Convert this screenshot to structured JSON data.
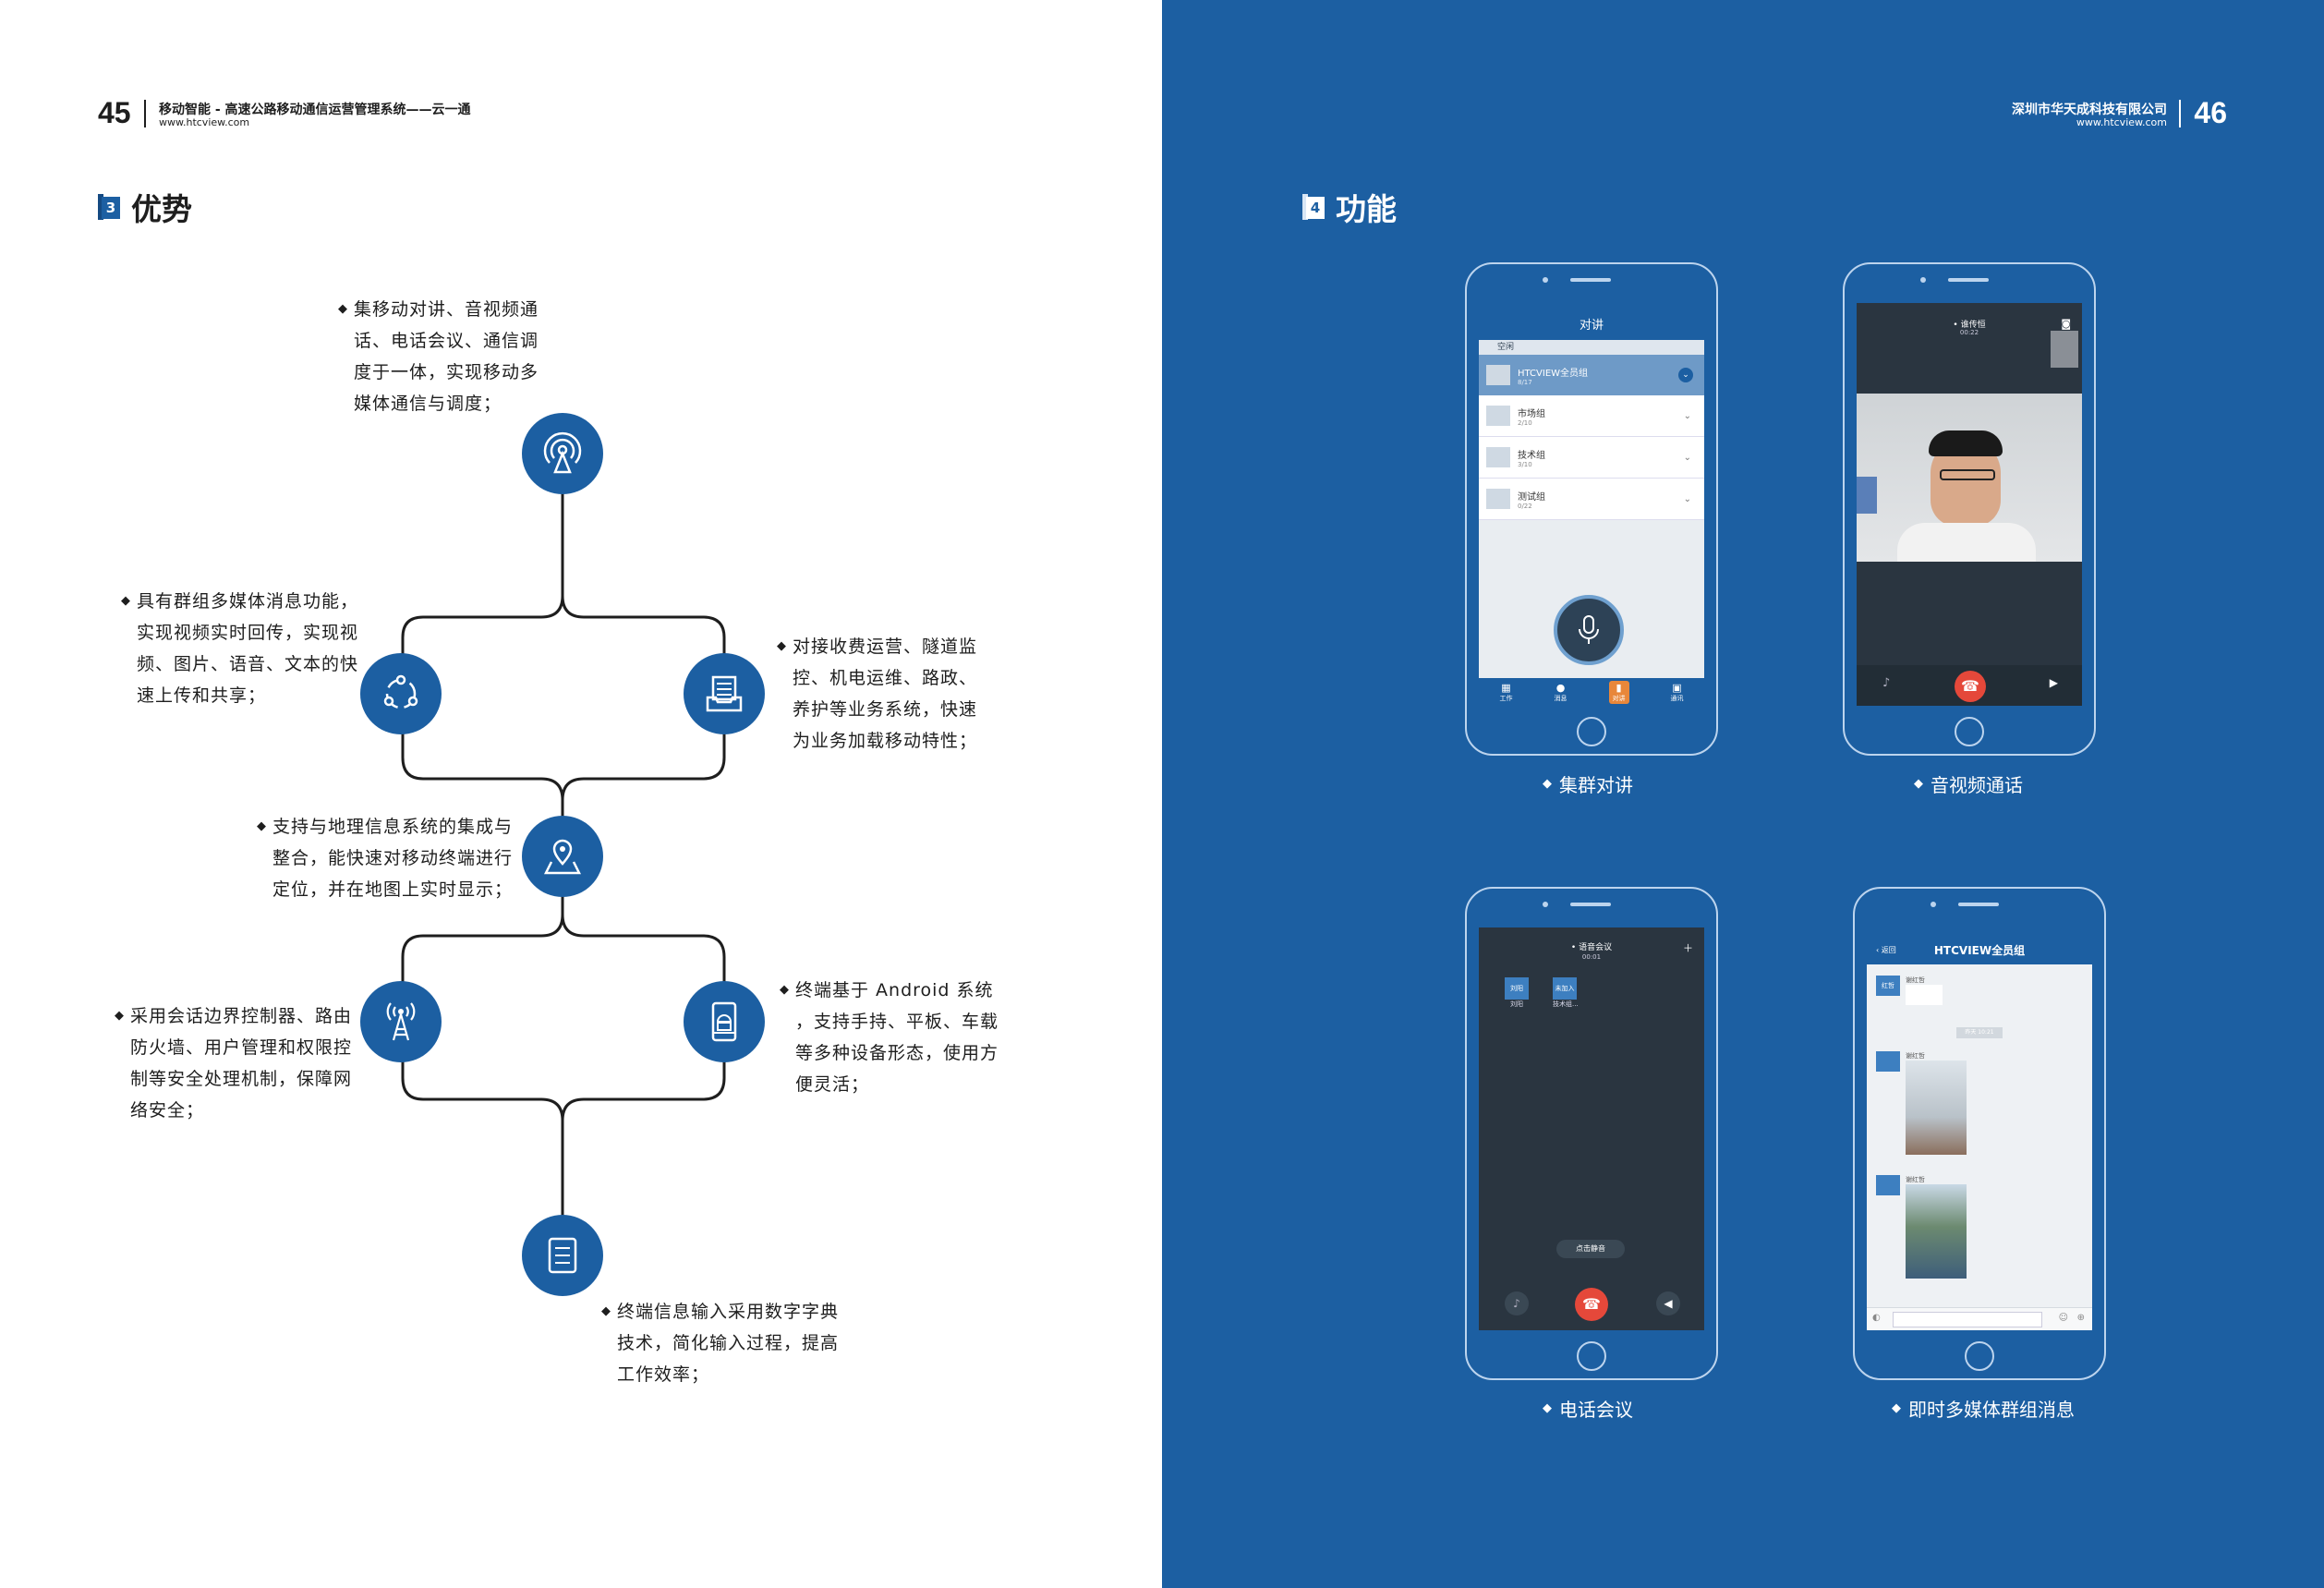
{
  "left": {
    "page_number": "45",
    "header_title": "移动智能 - 高速公路移动通信运营管理系统——云一通",
    "header_url": "www.htcview.com",
    "section_number": "3",
    "section_title": "优势",
    "advantages": [
      {
        "lines": [
          "集移动对讲、音视频通",
          "话、电话会议、通信调",
          "度于一体，实现移动多",
          "媒体通信与调度；"
        ]
      },
      {
        "lines": [
          "具有群组多媒体消息功能，",
          "实现视频实时回传，实现视",
          "频、图片、语音、文本的快",
          "速上传和共享；"
        ]
      },
      {
        "lines": [
          "对接收费运营、隧道监",
          "控、机电运维、路政、",
          "养护等业务系统，快速",
          "为业务加载移动特性；"
        ]
      },
      {
        "lines": [
          "支持与地理信息系统的集成与",
          "整合，能快速对移动终端进行",
          "定位，并在地图上实时显示；"
        ]
      },
      {
        "lines": [
          "采用会话边界控制器、路由",
          "防火墙、用户管理和权限控",
          "制等安全处理机制，保障网",
          "络安全；"
        ]
      },
      {
        "lines": [
          "终端基于 Android 系统",
          "，支持手持、平板、车载",
          "等多种设备形态，使用方",
          "便灵活；"
        ]
      },
      {
        "lines": [
          "终端信息输入采用数字字典",
          "技术，简化输入过程，提高",
          "工作效率；"
        ]
      }
    ]
  },
  "right": {
    "page_number": "46",
    "company": "深圳市华天成科技有限公司",
    "url": "www.htcview.com",
    "section_number": "4",
    "section_title": "功能",
    "features": [
      "集群对讲",
      "音视频通话",
      "电话会议",
      "即时多媒体群组消息"
    ],
    "phone1": {
      "title": "对讲",
      "sub_header": "空闲",
      "groups": [
        {
          "name": "HTCVIEW全员组",
          "sub": "8/17"
        },
        {
          "name": "市场组",
          "sub": "2/10"
        },
        {
          "name": "技术组",
          "sub": "3/10"
        },
        {
          "name": "测试组",
          "sub": "0/22"
        }
      ],
      "tabs": [
        "工作",
        "消息",
        "对讲",
        "通讯"
      ]
    },
    "phone2": {
      "caller": "• 谁传恒",
      "duration": "00:22"
    },
    "phone3": {
      "title": "• 语音会议",
      "duration": "00:01",
      "participants": [
        {
          "badge": "刘阳",
          "name": "刘阳"
        },
        {
          "badge": "未加入",
          "name": "技术组..."
        }
      ],
      "mute_label": "点击静音"
    },
    "phone4": {
      "title": "HTCVIEW全员组",
      "back": "返回",
      "sender1": "谢红哲",
      "emoji": "😎😎",
      "time": "昨天 10:21",
      "sender2": "谢红哲",
      "sender3": "谢红哲",
      "avatar_label": "红哲"
    }
  },
  "colors": {
    "brand_blue": "#1c5fa2",
    "dark_text": "#1e1e1e",
    "screen_dark": "#2a3540",
    "hangup_red": "#e5483a"
  }
}
